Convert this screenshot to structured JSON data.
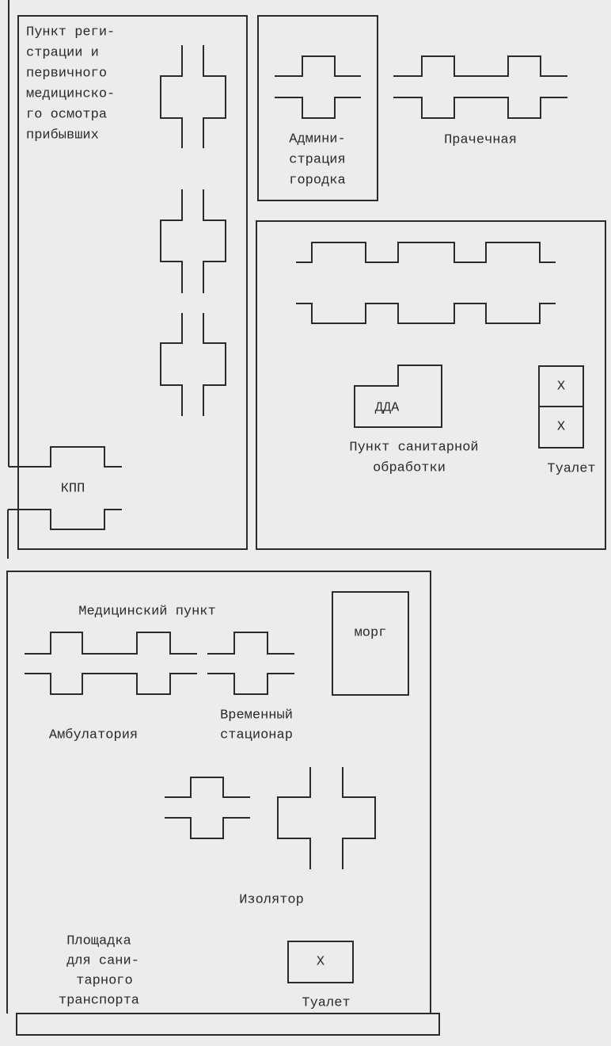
{
  "registration_block": {
    "label_lines": [
      "Пункт реги-",
      "страции и",
      "первичного",
      "медицинско-",
      "го осмотра",
      "прибывших"
    ],
    "checkpoint_label": "КПП"
  },
  "administration": {
    "label_lines": [
      "Админи-",
      "страция",
      "городка"
    ]
  },
  "laundry": {
    "label": "Прачечная"
  },
  "sanitation": {
    "dda_label": "ДДА",
    "label_lines": [
      "Пункт санитарной",
      "обработки"
    ],
    "toilet_marks": [
      "X",
      "X"
    ],
    "toilet_label": "Туалет"
  },
  "medical": {
    "title": "Медицинский пункт",
    "morgue_label": "морг",
    "outpatient_label": "Амбулатория",
    "temporary_ward_lines": [
      "Временный",
      "стационар"
    ],
    "isolator_label": "Изолятор",
    "transport_lines": [
      "Площадка",
      "для сани-",
      "тарного",
      "транспорта"
    ],
    "toilet_mark": "X",
    "toilet_label": "Туалет"
  }
}
